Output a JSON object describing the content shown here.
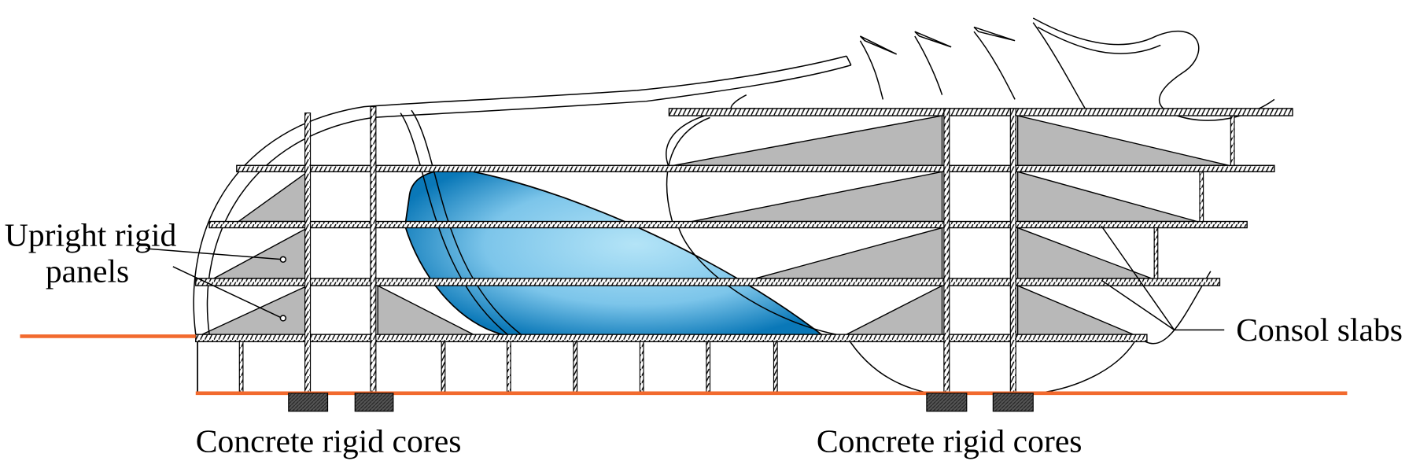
{
  "labels": {
    "upright_line1": "Upright rigid",
    "upright_line2": "panels",
    "consol": "Consol slabs",
    "cores_left": "Concrete rigid cores",
    "cores_right": "Concrete rigid cores"
  },
  "colors": {
    "ground": "#f26a2e",
    "panel": "#b8b8b8",
    "blob_dark": "#0a78b8",
    "blob_light": "#aee0f5",
    "core": "#444444"
  }
}
